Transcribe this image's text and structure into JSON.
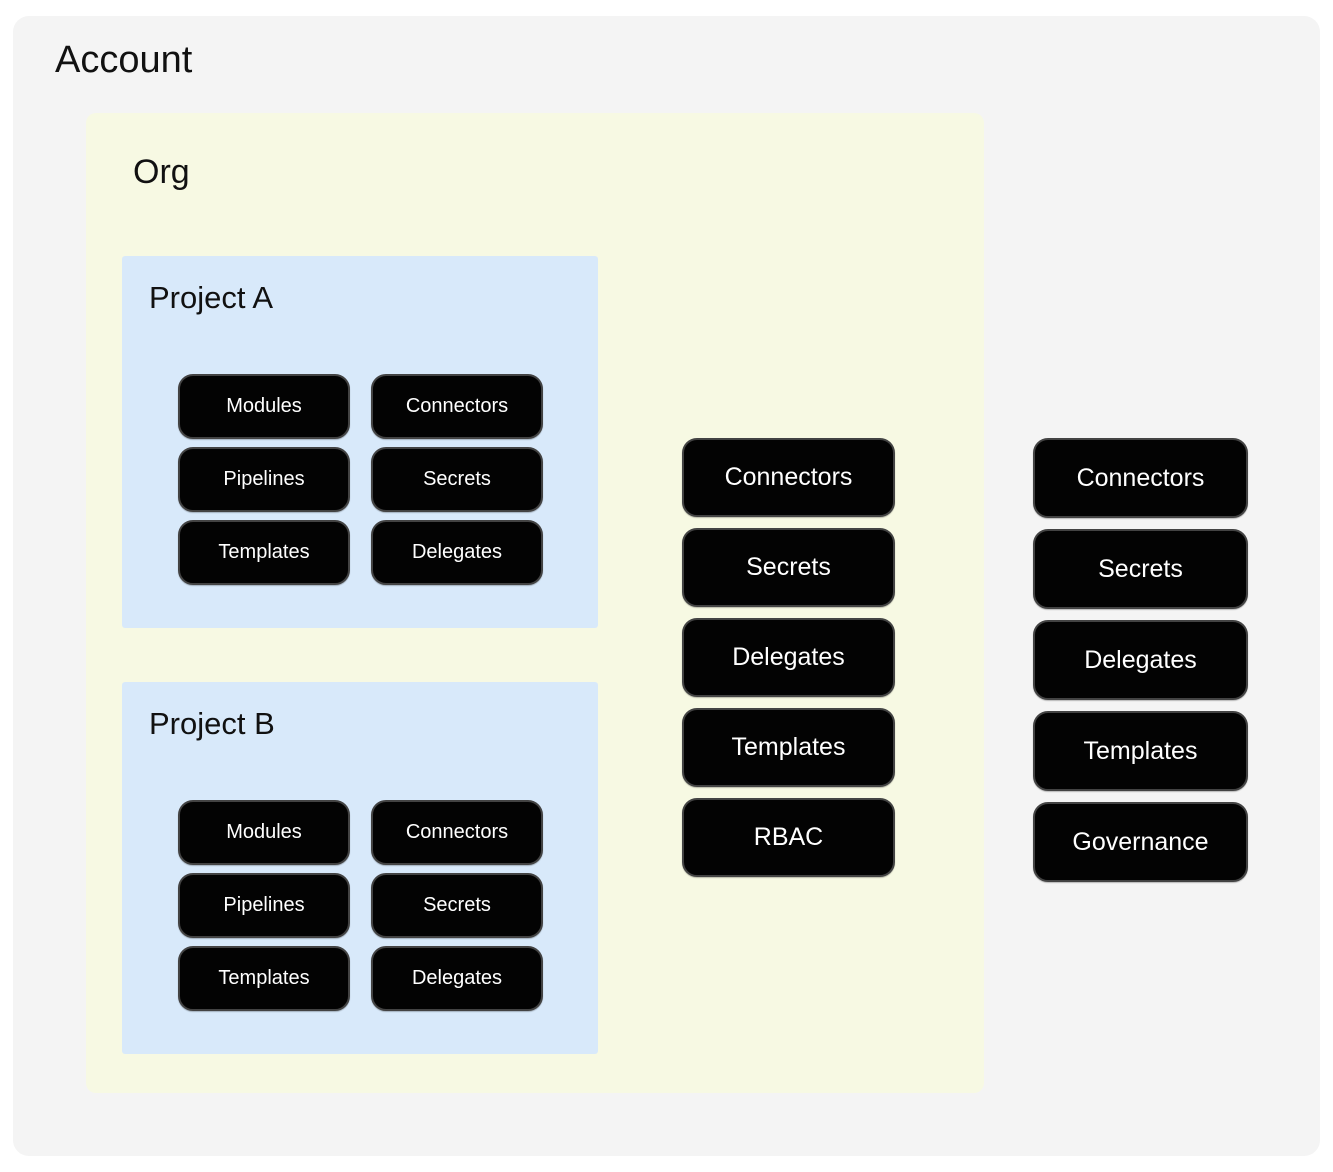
{
  "account": {
    "title": "Account",
    "org": {
      "title": "Org",
      "projects": [
        {
          "title": "Project A",
          "pills": [
            "Modules",
            "Connectors",
            "Pipelines",
            "Secrets",
            "Templates",
            "Delegates"
          ]
        },
        {
          "title": "Project B",
          "pills": [
            "Modules",
            "Connectors",
            "Pipelines",
            "Secrets",
            "Templates",
            "Delegates"
          ]
        }
      ],
      "resources": [
        "Connectors",
        "Secrets",
        "Delegates",
        "Templates",
        "RBAC"
      ]
    },
    "resources": [
      "Connectors",
      "Secrets",
      "Delegates",
      "Templates",
      "Governance"
    ]
  },
  "colors": {
    "page_background": "#ffffff",
    "account_background": "#f4f4f4",
    "org_background": "#f7f9e3",
    "project_background": "#d8e9fa",
    "pill_background": "#030303",
    "pill_border": "#434343",
    "pill_text": "#ffffff",
    "title_text": "#111111"
  }
}
